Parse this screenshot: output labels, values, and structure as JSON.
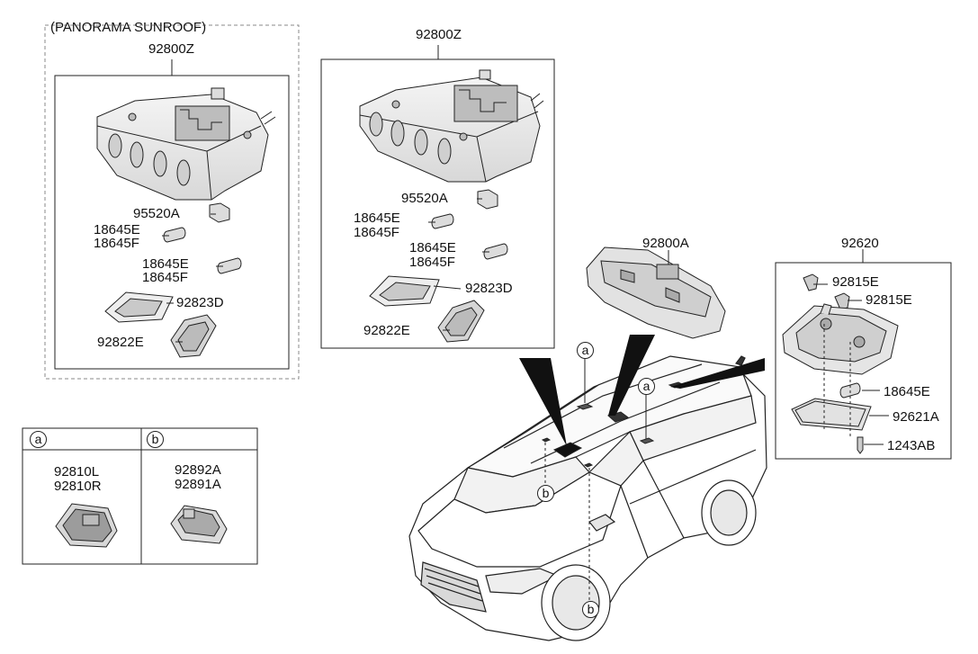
{
  "colors": {
    "line": "#222222",
    "part_fill": "#e9e9e9",
    "part_dark": "#9a9a9a",
    "callout_wedge": "#111111",
    "dashed_frame": "#888888"
  },
  "panel_sunroof": {
    "title": "(PANORAMA SUNROOF)",
    "assembly": "92800Z",
    "parts": {
      "switch": "95520A",
      "bulb1_a": "18645E",
      "bulb1_b": "18645F",
      "bulb2_a": "18645E",
      "bulb2_b": "18645F",
      "lens_frame": "92823D",
      "lens": "92822E"
    }
  },
  "panel_standard": {
    "assembly": "92800Z",
    "parts": {
      "switch": "95520A",
      "bulb1_a": "18645E",
      "bulb1_b": "18645F",
      "bulb2_a": "18645E",
      "bulb2_b": "18645F",
      "lens_frame": "92823D",
      "lens": "92822E"
    }
  },
  "center_module": {
    "label": "92800A"
  },
  "room_lamp": {
    "assembly": "92620",
    "parts": {
      "clip_1": "92815E",
      "clip_2": "92815E",
      "bulb": "18645E",
      "lens": "92621A",
      "screw": "1243AB"
    }
  },
  "variant_table": {
    "col_a_key": "a",
    "col_b_key": "b",
    "col_a_line1": "92810L",
    "col_a_line2": "92810R",
    "col_b_line1": "92892A",
    "col_b_line2": "92891A"
  },
  "car_callouts": {
    "a1": "a",
    "a2": "a",
    "b1": "b",
    "b2": "b"
  }
}
